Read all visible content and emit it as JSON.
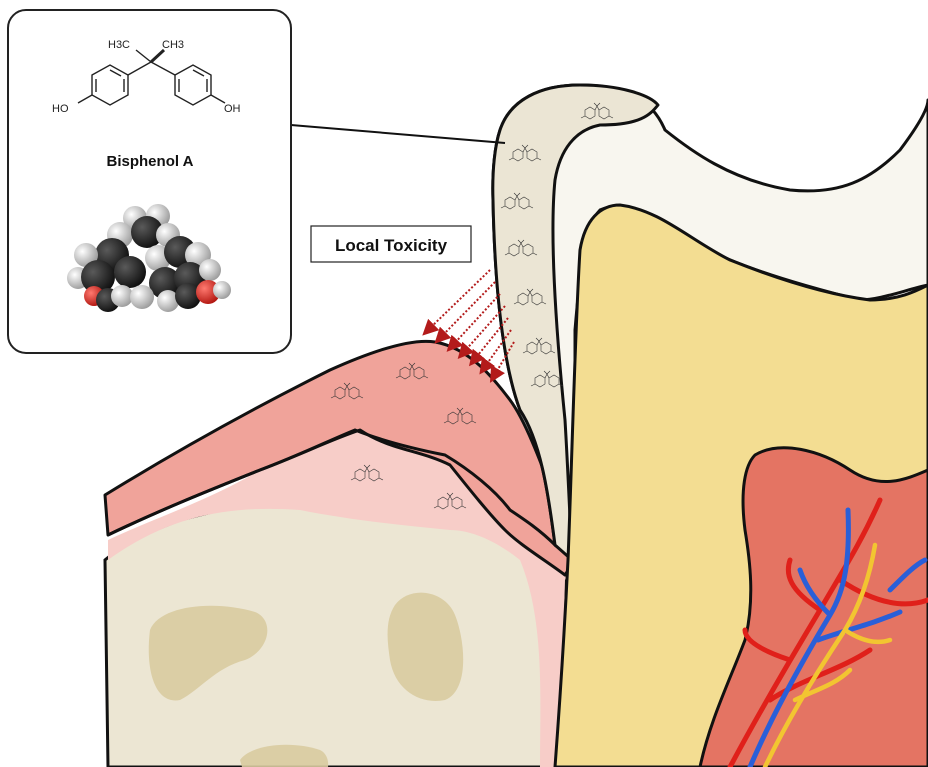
{
  "inset": {
    "molecule_name": "Bisphenol A",
    "formula_labels": {
      "methyl_left": "H3C",
      "methyl_right": "CH3",
      "hydroxyl_left": "HO",
      "hydroxyl_right": "OH"
    }
  },
  "callout": {
    "label": "Local Toxicity"
  },
  "colors": {
    "gum_outer": "#f0a39a",
    "gum_inner": "#f7cdc8",
    "bone": "#ece6d3",
    "bone_marrow": "#d9cba0",
    "enamel": "#f8f6ef",
    "dentin": "#f3dd92",
    "pulp": "#e47463",
    "sealant_layer": "#ebe5d4",
    "artery": "#e0201a",
    "vein": "#2a5fd8",
    "nerve": "#f2c531",
    "arrow": "#b31b1b",
    "oxygen": "#d7261e",
    "carbon": "#1c1c1c",
    "hydrogen": "#cfcfcf"
  }
}
